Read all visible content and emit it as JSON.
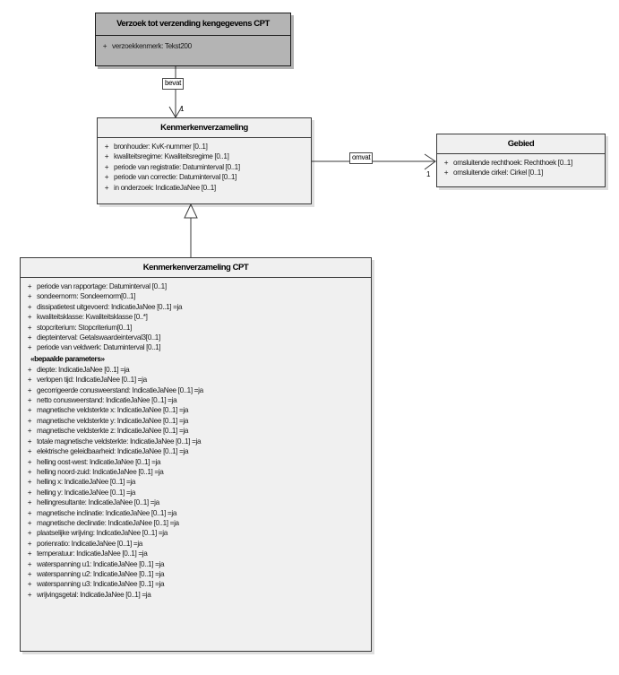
{
  "diagram": {
    "type": "uml-class-diagram",
    "language": "nl",
    "background": "#ffffff"
  },
  "classes": [
    {
      "id": "verzoek",
      "name": "Verzoek tot verzending kengegevens CPT",
      "style": "shaded",
      "fill": "#b4b4b4",
      "attributes": [
        {
          "visibility": "+",
          "signature": "verzoekkenmerk: Tekst200"
        }
      ]
    },
    {
      "id": "kenmerkenverzameling",
      "name": "Kenmerkenverzameling",
      "style": "plain",
      "fill": "#f0f0f0",
      "attributes": [
        {
          "visibility": "+",
          "signature": "bronhouder: KvK-nummer [0..1]"
        },
        {
          "visibility": "+",
          "signature": "kwaliteitsregime: Kwaliteitsregime [0..1]"
        },
        {
          "visibility": "+",
          "signature": "periode van registratie: Datuminterval [0..1]"
        },
        {
          "visibility": "+",
          "signature": "periode van correctie: Datuminterval [0..1]"
        },
        {
          "visibility": "+",
          "signature": "in onderzoek: IndicatieJaNee [0..1]"
        }
      ]
    },
    {
      "id": "gebied",
      "name": "Gebied",
      "style": "plain",
      "fill": "#f0f0f0",
      "attributes": [
        {
          "visibility": "+",
          "signature": "omsluitende rechthoek: Rechthoek [0..1]"
        },
        {
          "visibility": "+",
          "signature": "omsluitende cirkel: Cirkel [0..1]"
        }
      ]
    },
    {
      "id": "kenmerkenverzameling_cpt",
      "name": "Kenmerkenverzameling CPT",
      "style": "plain",
      "fill": "#f0f0f0",
      "attributes": [
        {
          "visibility": "+",
          "signature": "periode van rapportage: Datuminterval [0..1]"
        },
        {
          "visibility": "+",
          "signature": "sondeernorm: Sondeernorm[0..1]"
        },
        {
          "visibility": "+",
          "signature": "dissipatietest uitgevoerd: IndicatieJaNee [0..1] =ja"
        },
        {
          "visibility": "+",
          "signature": "kwaliteitsklasse: Kwaliteitsklasse [0..*]"
        },
        {
          "visibility": "+",
          "signature": "stopcriterium: Stopcriterium[0..1]"
        },
        {
          "visibility": "+",
          "signature": "diepteinterval: Getalswaardeinterval3[0..1]"
        },
        {
          "visibility": "+",
          "signature": "periode van veldwerk: Datuminterval [0..1]"
        },
        {
          "stereotype": "«bepaalde parameters»"
        },
        {
          "visibility": "+",
          "signature": "diepte: IndicatieJaNee [0..1] =ja"
        },
        {
          "visibility": "+",
          "signature": "verlopen tijd: IndicatieJaNee [0..1] =ja"
        },
        {
          "visibility": "+",
          "signature": "gecorrigeerde conusweerstand: IndicatieJaNee [0..1] =ja"
        },
        {
          "visibility": "+",
          "signature": "netto conusweerstand: IndicatieJaNee [0..1] =ja"
        },
        {
          "visibility": "+",
          "signature": "magnetische veldsterkte x: IndicatieJaNee [0..1] =ja"
        },
        {
          "visibility": "+",
          "signature": "magnetische veldsterkte y: IndicatieJaNee [0..1] =ja"
        },
        {
          "visibility": "+",
          "signature": "magnetische veldsterkte z: IndicatieJaNee [0..1] =ja"
        },
        {
          "visibility": "+",
          "signature": "totale magnetische veldsterkte: IndicatieJaNee [0..1] =ja"
        },
        {
          "visibility": "+",
          "signature": "elektrische geleidbaarheid: IndicatieJaNee [0..1] =ja"
        },
        {
          "visibility": "+",
          "signature": "helling oost-west: IndicatieJaNee [0..1] =ja"
        },
        {
          "visibility": "+",
          "signature": "helling noord-zuid: IndicatieJaNee [0..1] =ja"
        },
        {
          "visibility": "+",
          "signature": "helling x: IndicatieJaNee [0..1] =ja"
        },
        {
          "visibility": "+",
          "signature": "helling y: IndicatieJaNee [0..1] =ja"
        },
        {
          "visibility": "+",
          "signature": "hellingresultante: IndicatieJaNee [0..1] =ja"
        },
        {
          "visibility": "+",
          "signature": "magnetische inclinatie: IndicatieJaNee [0..1] =ja"
        },
        {
          "visibility": "+",
          "signature": "magnetische declinatie: IndicatieJaNee [0..1] =ja"
        },
        {
          "visibility": "+",
          "signature": "plaatselijke wrijving: IndicatieJaNee [0..1] =ja"
        },
        {
          "visibility": "+",
          "signature": "porienratio: IndicatieJaNee [0..1] =ja"
        },
        {
          "visibility": "+",
          "signature": "temperatuur: IndicatieJaNee [0..1] =ja"
        },
        {
          "visibility": "+",
          "signature": "waterspanning u1: IndicatieJaNee [0..1] =ja"
        },
        {
          "visibility": "+",
          "signature": "waterspanning u2: IndicatieJaNee [0..1] =ja"
        },
        {
          "visibility": "+",
          "signature": "waterspanning u3: IndicatieJaNee [0..1] =ja"
        },
        {
          "visibility": "+",
          "signature": "wrijvingsgetal: IndicatieJaNee [0..1] =ja"
        }
      ]
    }
  ],
  "relations": [
    {
      "id": "bevat",
      "label": "bevat",
      "kind": "association-directed",
      "from": "verzoek",
      "to": "kenmerkenverzameling",
      "target_multiplicity": "1"
    },
    {
      "id": "omvat",
      "label": "omvat",
      "kind": "association-directed",
      "from": "kenmerkenverzameling",
      "to": "gebied",
      "target_multiplicity": "1"
    },
    {
      "id": "generalisatie",
      "label": "",
      "kind": "generalization",
      "from": "kenmerkenverzameling_cpt",
      "to": "kenmerkenverzameling",
      "target_multiplicity": ""
    }
  ]
}
